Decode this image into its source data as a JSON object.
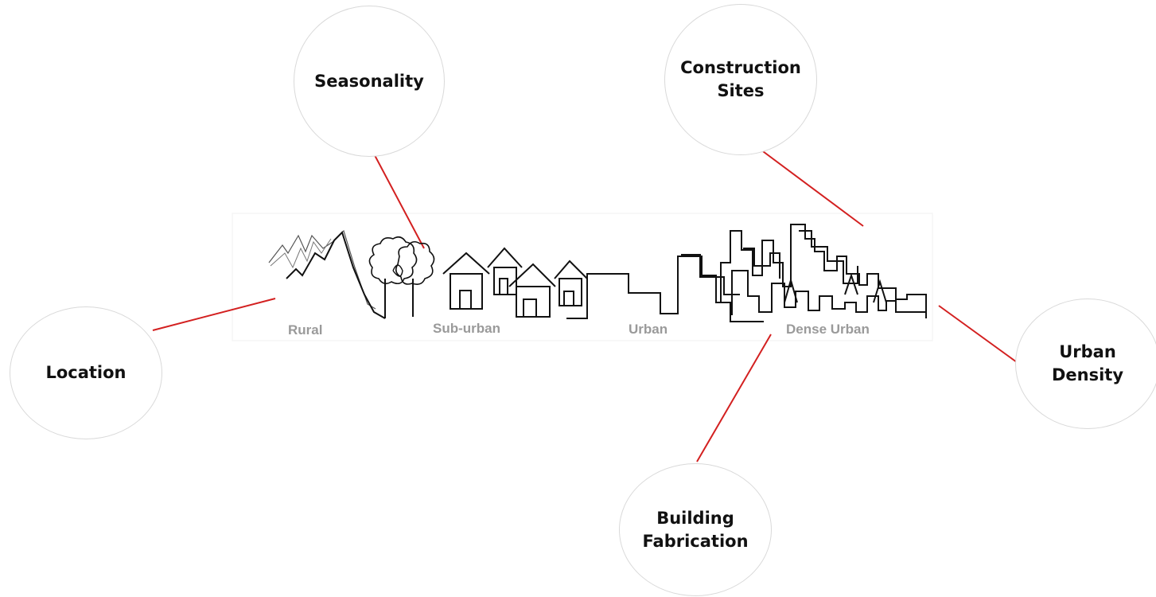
{
  "bubbles": {
    "seasonality": "Seasonality",
    "construction_sites": "Construction\nSites",
    "location": "Location",
    "urban_density": "Urban\nDensity",
    "building_fabrication": "Building\nFabrication"
  },
  "skyline": {
    "labels": [
      "Rural",
      "Sub-urban",
      "Urban",
      "Dense Urban"
    ]
  },
  "colors": {
    "connector": "#d32020",
    "bubble_border": "#d9d9d9",
    "sketch": "#111111",
    "skyline_label": "#9a9a9a"
  }
}
